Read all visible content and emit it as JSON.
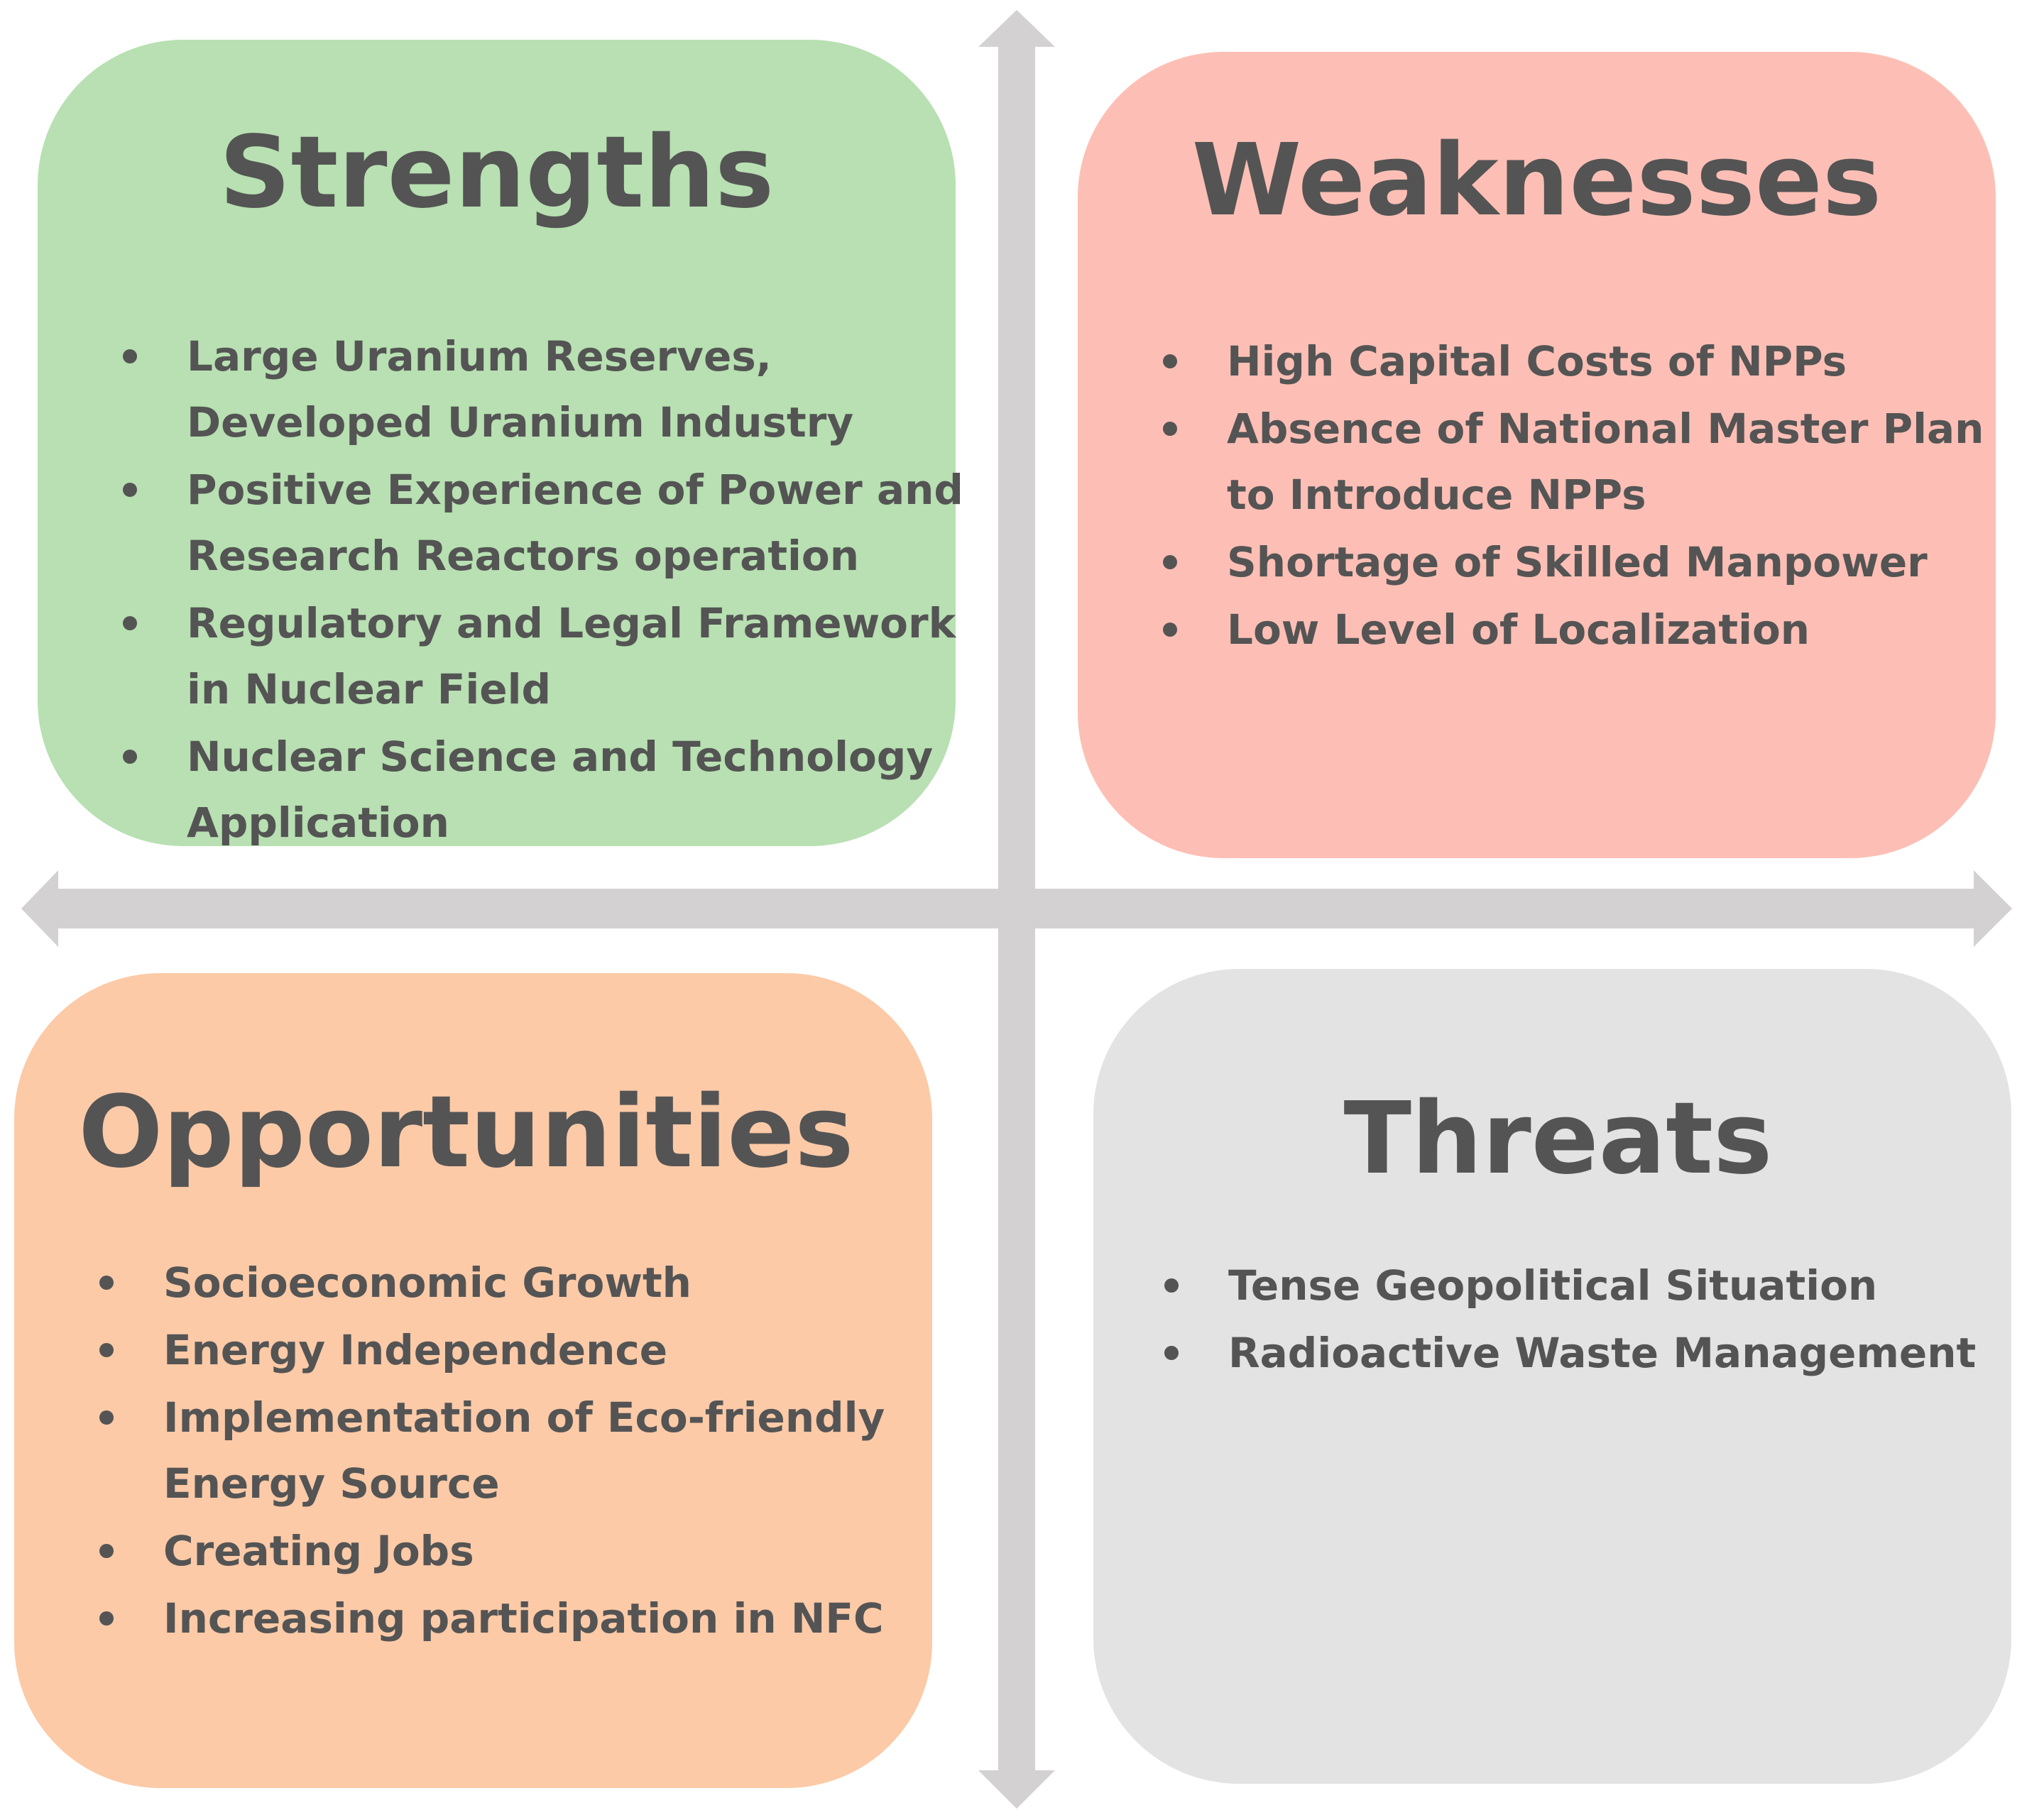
{
  "colors": {
    "strengths_bg": "#b8e0b2",
    "weaknesses_bg": "#fdbfb5",
    "opportunities_bg": "#fccaa7",
    "threats_bg": "#e3e3e3",
    "text": "#545454",
    "axis": "#d3d1d2"
  },
  "icons": [
    "bullet-icon",
    "arrow-up-icon",
    "arrow-down-icon",
    "arrow-left-icon",
    "arrow-right-icon"
  ],
  "strengths": {
    "title": "Strengths",
    "items": [
      [
        "Large Uranium Reserves,",
        "Developed Uranium Industry"
      ],
      [
        "Positive Experience of Power and",
        "Research Reactors operation"
      ],
      [
        "Regulatory and Legal Framework",
        "in Nuclear Field"
      ],
      [
        "Nuclear Science and Technology",
        "Application"
      ]
    ]
  },
  "weaknesses": {
    "title": "Weaknesses",
    "items": [
      [
        "High Capital Costs of NPPs"
      ],
      [
        "Absence of National Master Plan",
        "to Introduce NPPs"
      ],
      [
        "Shortage of Skilled Manpower"
      ],
      [
        "Low Level of Localization"
      ]
    ]
  },
  "opportunities": {
    "title": "Opportunities",
    "items": [
      [
        "Socioeconomic Growth"
      ],
      [
        "Energy Independence"
      ],
      [
        "Implementation of Eco-friendly",
        "Energy Source"
      ],
      [
        "Creating Jobs"
      ],
      [
        "Increasing participation in NFC"
      ]
    ]
  },
  "threats": {
    "title": "Threats",
    "items": [
      [
        "Tense Geopolitical Situation"
      ],
      [
        "Radioactive Waste Management"
      ]
    ]
  }
}
